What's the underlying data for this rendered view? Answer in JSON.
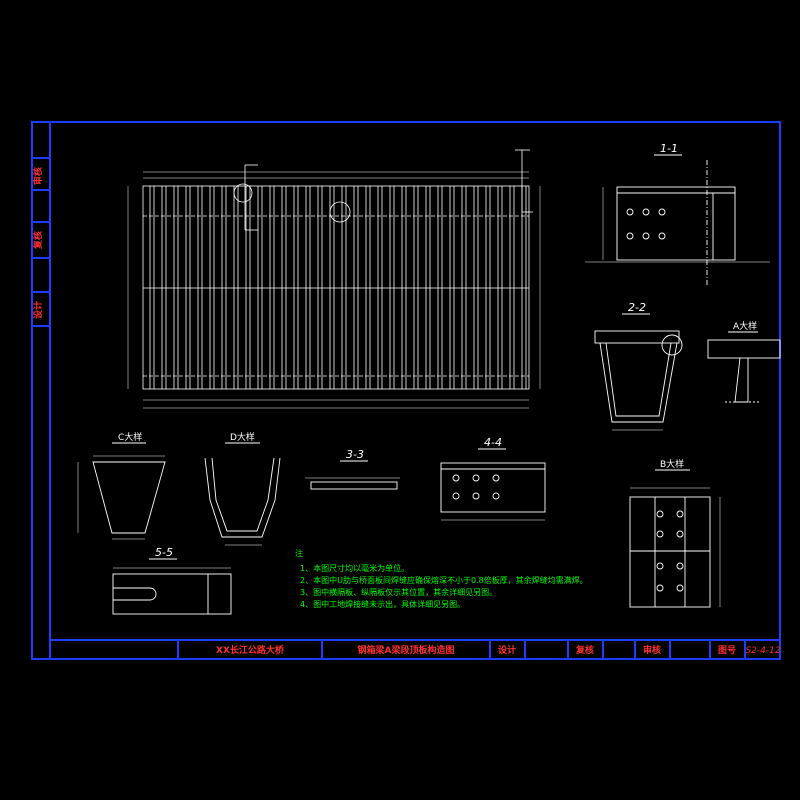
{
  "colors": {
    "background": "#000000",
    "frame": "#1e3cff",
    "linework": "#ffffff",
    "title_text": "#ff3030",
    "notes_text": "#00ff00",
    "section_text": "#ffffff",
    "accent": "#1e90ff"
  },
  "side_stamps": [
    "审核",
    "复核",
    "设计"
  ],
  "views": {
    "section_1_1": "1-1",
    "section_2_2": "2-2",
    "section_3_3": "3-3",
    "section_4_4": "4-4",
    "section_5_5": "5-5",
    "detail_a": "A大样",
    "detail_b": "B大样",
    "detail_c": "C大样",
    "detail_d": "D大样"
  },
  "notes": {
    "heading": "注",
    "lines": [
      "1、本图尺寸均以毫米为单位。",
      "2、本图中U肋与桥面板间焊缝应确保熔深不小于0.8倍板厚，其余焊缝均需满焊。",
      "3、图中横隔板、纵隔板仅示其位置，其余详细见另图。",
      "4、图中工地焊接缝未示出，具体详细见另图。"
    ]
  },
  "title_block": {
    "project": "XX长江公路大桥",
    "drawing_title": "钢箱梁A梁段顶板构造图",
    "design": "设计",
    "check": "复核",
    "review": "审核",
    "drawing_no_label": "图号",
    "drawing_no": "S2-4-12"
  }
}
